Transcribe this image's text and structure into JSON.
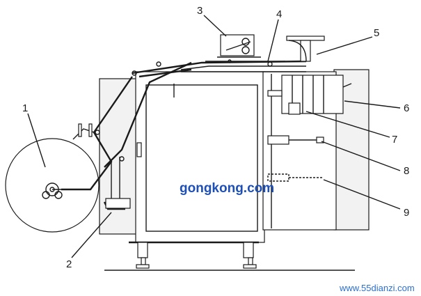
{
  "diagram": {
    "callouts": [
      "1",
      "2",
      "3",
      "4",
      "5",
      "6",
      "7",
      "8",
      "9"
    ],
    "colors": {
      "ink": "#1a1a1a",
      "watermark_main": "#1e4fb5",
      "watermark_corner": "#2a6fd0"
    }
  },
  "watermarks": {
    "center": "gongkong.com",
    "corner": "www.55dianzi.com"
  }
}
